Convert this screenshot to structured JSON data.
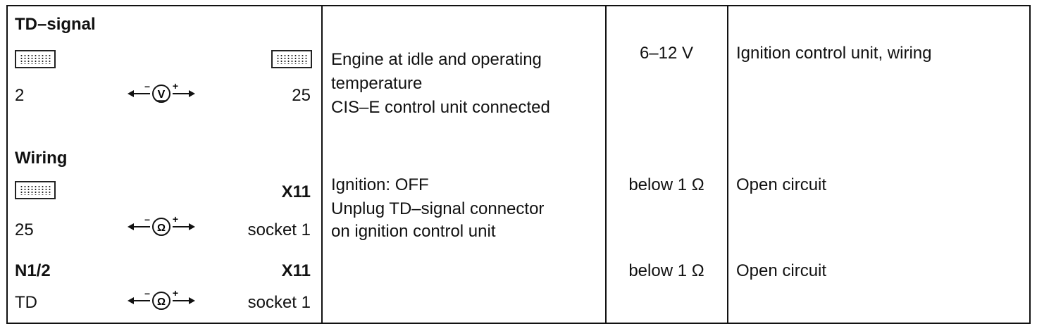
{
  "rows": [
    {
      "heading": "TD–signal",
      "pin_left": "2",
      "pin_right": "25",
      "meter_symbol": "V",
      "meter_name": "voltmeter-icon",
      "condition": [
        "Engine at idle and operating",
        "temperature",
        "CIS–E control unit connected"
      ],
      "spec": "6–12 V",
      "cause": "Ignition control unit, wiring"
    },
    {
      "heading": "Wiring",
      "connector": "X11",
      "pin_left": "25",
      "pin_right": "socket 1",
      "meter_symbol": "Ω",
      "meter_name": "ohmmeter-icon",
      "condition": [
        "Ignition: OFF",
        "Unplug TD–signal connector",
        "on ignition control unit"
      ],
      "spec": "below 1 Ω",
      "cause": "Open circuit"
    },
    {
      "heading": "N1/2",
      "connector": "X11",
      "pin_left": "TD",
      "pin_right": "socket 1",
      "meter_symbol": "Ω",
      "meter_name": "ohmmeter-icon",
      "condition": [],
      "spec": "below 1 Ω",
      "cause": "Open circuit"
    }
  ],
  "meter_polarity": {
    "minus": "–",
    "plus": "+"
  },
  "icons": {
    "connector_block": "connector-block-icon",
    "arrow": "double-arrow-icon"
  }
}
